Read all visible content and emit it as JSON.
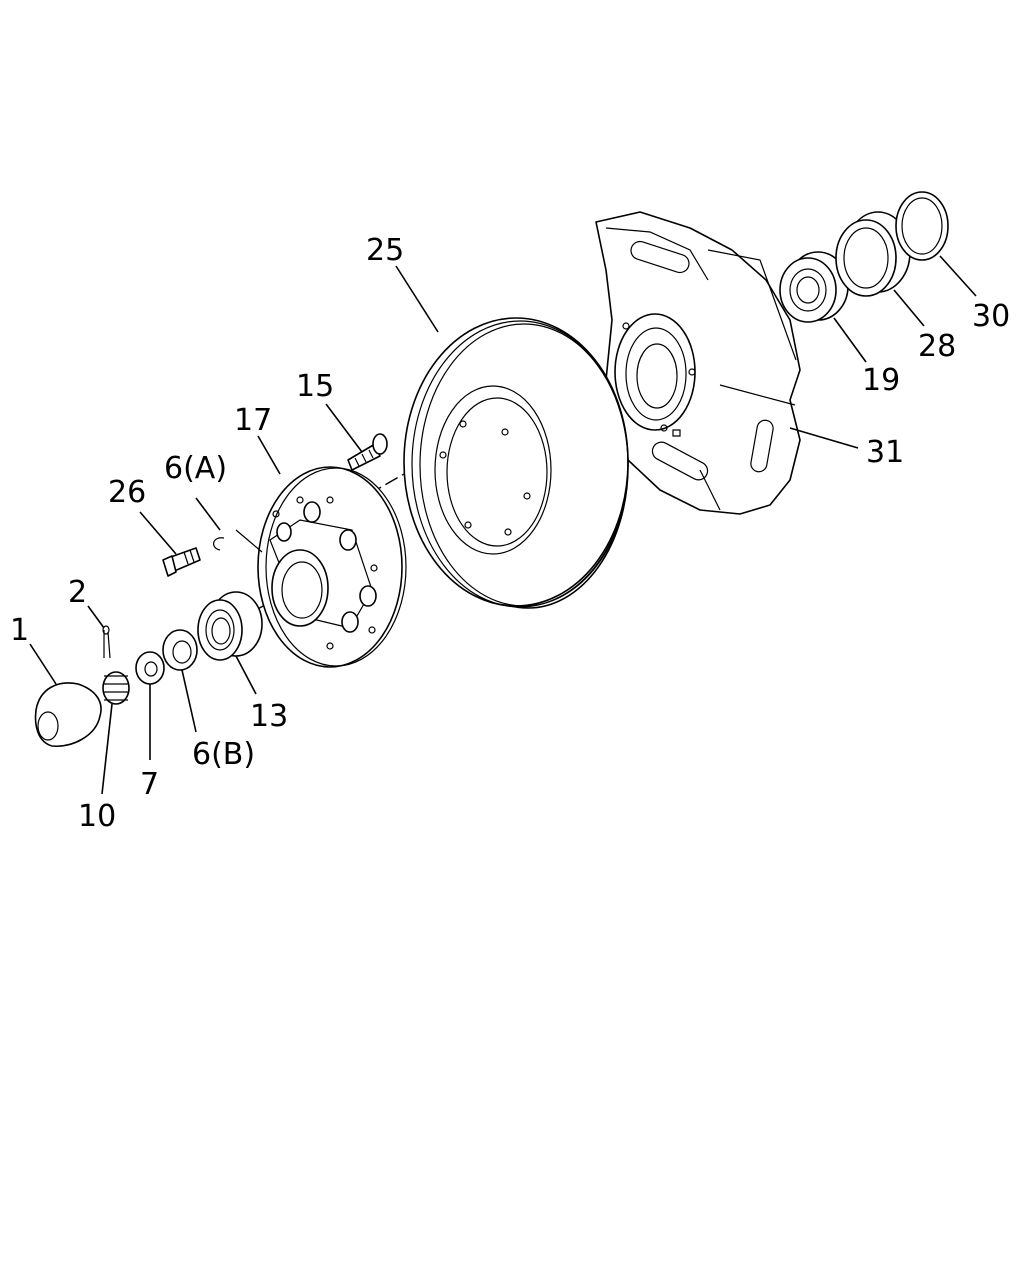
{
  "callouts": [
    {
      "id": "1",
      "label": "1"
    },
    {
      "id": "2",
      "label": "2"
    },
    {
      "id": "6a",
      "label": "6(A)"
    },
    {
      "id": "6b",
      "label": "6(B)"
    },
    {
      "id": "7",
      "label": "7"
    },
    {
      "id": "10",
      "label": "10"
    },
    {
      "id": "13",
      "label": "13"
    },
    {
      "id": "15",
      "label": "15"
    },
    {
      "id": "17",
      "label": "17"
    },
    {
      "id": "19",
      "label": "19"
    },
    {
      "id": "25",
      "label": "25"
    },
    {
      "id": "26",
      "label": "26"
    },
    {
      "id": "28",
      "label": "28"
    },
    {
      "id": "30",
      "label": "30"
    },
    {
      "id": "31",
      "label": "31"
    }
  ]
}
